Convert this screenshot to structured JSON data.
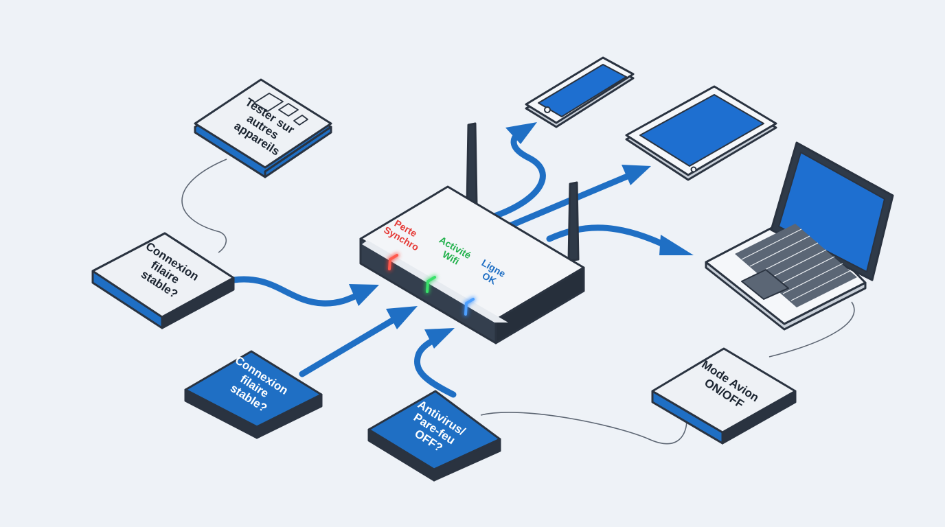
{
  "cards": {
    "test_devices": {
      "lines": [
        "Tester sur",
        "autres",
        "appareils"
      ]
    },
    "wired_top": {
      "lines": [
        "Connexion",
        "filaire",
        "stable?"
      ]
    },
    "wired_blue": {
      "lines": [
        "Connexion",
        "filaire",
        "stable?"
      ]
    },
    "antivirus": {
      "lines": [
        "Antivirus/",
        "Pare-feu",
        "OFF?"
      ]
    },
    "airplane": {
      "lines": [
        "Mode Avion",
        "ON/OFF"
      ]
    }
  },
  "router": {
    "leds": [
      {
        "lines": [
          "Perte",
          "Synchro"
        ],
        "color": "#e53935"
      },
      {
        "lines": [
          "Activité",
          "Wifi"
        ],
        "color": "#22b14c"
      },
      {
        "lines": [
          "Ligne",
          "OK"
        ],
        "color": "#1f6fc4"
      }
    ]
  },
  "colors": {
    "accent": "#1f6fc4",
    "outline": "#2a3340",
    "card_face": "#eef1f5",
    "background": "#eef2f7"
  }
}
